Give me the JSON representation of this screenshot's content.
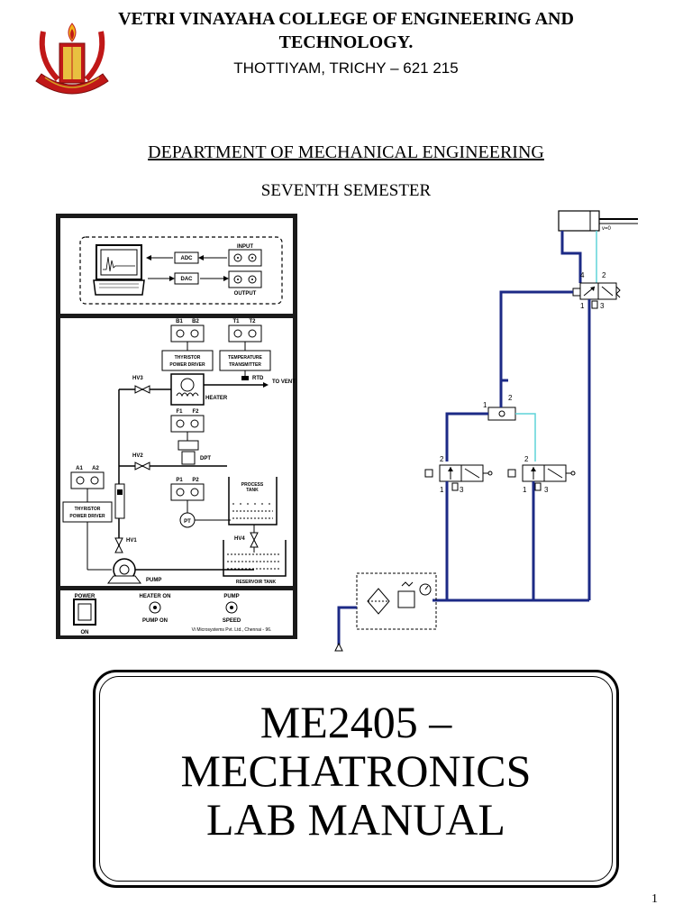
{
  "header": {
    "college_name": "VETRI VINAYAHA COLLEGE OF ENGINEERING AND TECHNOLOGY.",
    "address": "THOTTIYAM, TRICHY – 621 215"
  },
  "department": "DEPARTMENT OF MECHANICAL ENGINEERING",
  "semester": "SEVENTH SEMESTER",
  "panel": {
    "input": "INPUT",
    "output": "OUTPUT",
    "adc": "ADC",
    "dac": "DAC",
    "b1": "B1",
    "b2": "B2",
    "t1": "T1",
    "t2": "T2",
    "thyristor_top": "THYRISTOR POWER DRIVER",
    "temp_transmitter": "TEMPERATURE TRANSMITTER",
    "rtd": "RTD",
    "to_vent": "TO VENT",
    "heater": "HEATER",
    "hv3": "HV3",
    "hv2": "HV2",
    "hv1": "HV1",
    "hv4": "HV4",
    "f1": "F1",
    "f2": "F2",
    "dpt": "DPT",
    "p1": "P1",
    "p2": "P2",
    "pt": "PT",
    "a1": "A1",
    "a2": "A2",
    "thyristor_left": "THYRISTOR POWER DRIVER",
    "process_tank": "PROCESS TANK",
    "reservoir_tank": "RESERVOIR TANK",
    "pump": "PUMP",
    "power": "POWER",
    "on": "ON",
    "heater_on": "HEATER ON",
    "pump_on": "PUMP ON",
    "pump_speed_1": "PUMP",
    "pump_speed_2": "SPEED",
    "maker": "Vi Microsystems Pvt. Ltd., Chennai - 96."
  },
  "pneumatic": {
    "port_4": "4",
    "port_2a": "2",
    "port_1a": "1",
    "port_3a": "3",
    "or_1": "1",
    "or_2": "2",
    "lv_2": "2",
    "lv_1": "1",
    "lv_3": "3",
    "rv_2": "2",
    "rv_1": "1",
    "rv_3": "3",
    "cyl_label": "v=0"
  },
  "title_lines": [
    "ME2405 –",
    "MECHATRONICS",
    "LAB MANUAL"
  ],
  "page_number": "1",
  "colors": {
    "pipe_dark": "#1c2a86",
    "pipe_light": "#5fd3d9",
    "logo_red": "#c01818",
    "logo_gold": "#d4a020"
  }
}
